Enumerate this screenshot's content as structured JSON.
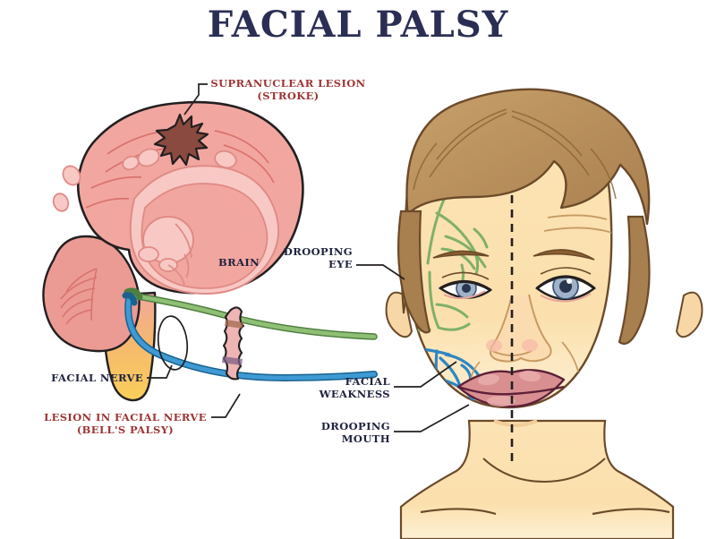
{
  "page": {
    "title": "FACIAL PALSY",
    "background_color": "#ffffff",
    "title_color": "#2b2e54"
  },
  "colors": {
    "title_navy": "#2b2e54",
    "label_navy": "#20243f",
    "label_red": "#9e3434",
    "brain_pink": "#f2a6a0",
    "brain_pink_light": "#f8c9c4",
    "brainstem_yellow": "#f6c044",
    "nerve_green": "#7fb069",
    "nerve_blue": "#2e86c1",
    "skin": "#fbe0ad",
    "hair": "#c59a63",
    "lips": "#d98f90",
    "outline": "#231f20"
  },
  "labels": [
    {
      "id": "supranuclear-lesion",
      "text": "SUPRANUCLEAR LESION\n(STROKE)",
      "color": "red",
      "align": "center"
    },
    {
      "id": "brain",
      "text": "BRAIN",
      "color": "navy",
      "align": "left"
    },
    {
      "id": "drooping-eye",
      "text": "DROOPING\nEYE",
      "color": "navy",
      "align": "right"
    },
    {
      "id": "facial-nerve",
      "text": "FACIAL NERVE",
      "color": "navy",
      "align": "right"
    },
    {
      "id": "lesion-in-facial-nerve",
      "text": "LESION IN FACIAL NERVE\n(BELL'S PALSY)",
      "color": "red",
      "align": "center"
    },
    {
      "id": "facial-weakness",
      "text": "FACIAL\nWEAKNESS",
      "color": "navy",
      "align": "right"
    },
    {
      "id": "drooping-mouth",
      "text": "DROOPING\nMOUTH",
      "color": "navy",
      "align": "right"
    }
  ],
  "illustration": {
    "brain": "mid-sagittal brain section with cerebellum and brainstem",
    "face": "front view female face split by dashed midline, left side affected",
    "nerve_upper": "green temporal and zygomatic branches",
    "nerve_lower": "blue buccal and mandibular branches",
    "lesion_marker": "black starburst on cortex",
    "nerve_lesion_marker": "pink irregular swelling crossing both nerve tracts",
    "midline": "vertical dashed line"
  }
}
